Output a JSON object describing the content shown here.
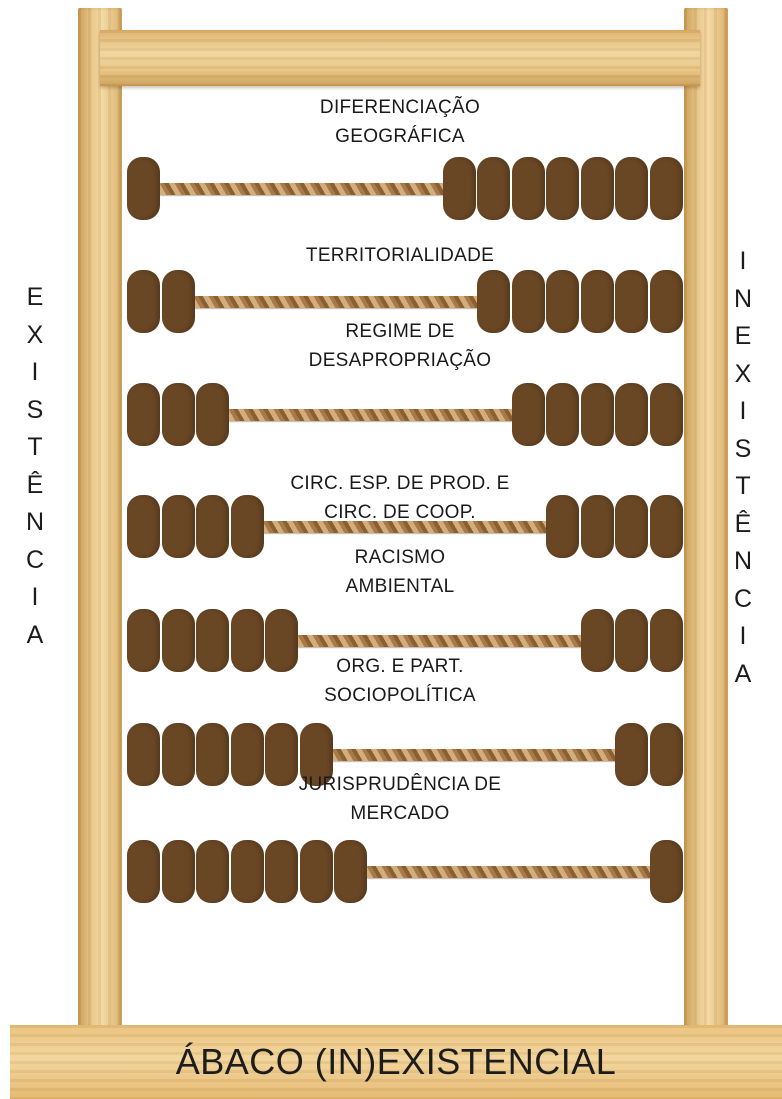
{
  "title": "ÁBACO (IN)EXISTENCIAL",
  "left_label": [
    "E",
    "X",
    "I",
    "S",
    "T",
    "Ê",
    "N",
    "C",
    "I",
    "A"
  ],
  "right_label": [
    "I",
    "N",
    "E",
    "X",
    "I",
    "S",
    "T",
    "Ê",
    "N",
    "C",
    "I",
    "A"
  ],
  "rows": [
    {
      "lines": [
        "DIFERENCIAÇÃO",
        "GEOGRÁFICA"
      ],
      "left_beads": 1,
      "right_beads": 7
    },
    {
      "lines": [
        "TERRITORIALIDADE"
      ],
      "left_beads": 2,
      "right_beads": 6
    },
    {
      "lines": [
        "REGIME DE",
        "DESAPROPRIAÇÃO"
      ],
      "left_beads": 3,
      "right_beads": 5
    },
    {
      "lines": [
        "CIRC. ESP. DE PROD. E",
        "CIRC. DE COOP."
      ],
      "left_beads": 4,
      "right_beads": 4
    },
    {
      "lines": [
        "RACISMO",
        "AMBIENTAL"
      ],
      "left_beads": 5,
      "right_beads": 3
    },
    {
      "lines": [
        "ORG. E PART.",
        "SOCIOPOLÍTICA"
      ],
      "left_beads": 6,
      "right_beads": 2
    },
    {
      "lines": [
        "JURISPRUDÊNCIA DE",
        "MERCADO"
      ],
      "left_beads": 7,
      "right_beads": 1
    }
  ],
  "colors": {
    "bead": "#694624",
    "wood": "#e8c585",
    "text": "#1c1c1c"
  }
}
